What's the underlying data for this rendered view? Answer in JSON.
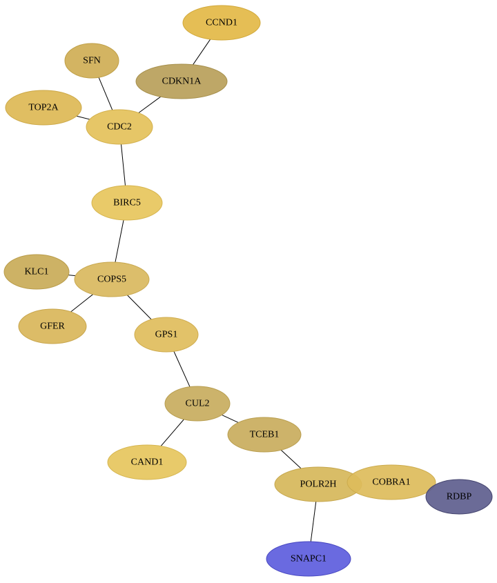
{
  "graph": {
    "nodes": [
      {
        "id": "CCND1",
        "label": "CCND1",
        "color": "#e3b947",
        "stroke": "#d1a83a"
      },
      {
        "id": "SFN",
        "label": "SFN",
        "color": "#cfae55",
        "stroke": "#bf9f47"
      },
      {
        "id": "CDKN1A",
        "label": "CDKN1A",
        "color": "#b8a05a",
        "stroke": "#a68f4c"
      },
      {
        "id": "TOP2A",
        "label": "TOP2A",
        "color": "#ddb955",
        "stroke": "#cca847"
      },
      {
        "id": "CDC2",
        "label": "CDC2",
        "color": "#e4c15a",
        "stroke": "#d3b04c"
      },
      {
        "id": "BIRC5",
        "label": "BIRC5",
        "color": "#e7c55c",
        "stroke": "#d6b44e"
      },
      {
        "id": "KLC1",
        "label": "KLC1",
        "color": "#c9ab58",
        "stroke": "#b99c4a"
      },
      {
        "id": "COPS5",
        "label": "COPS5",
        "color": "#d9b95e",
        "stroke": "#c8a850"
      },
      {
        "id": "GFER",
        "label": "GFER",
        "color": "#d9b65a",
        "stroke": "#c8a54c"
      },
      {
        "id": "GPS1",
        "label": "GPS1",
        "color": "#e0bd5c",
        "stroke": "#cfac4e"
      },
      {
        "id": "CUL2",
        "label": "CUL2",
        "color": "#c8ad5e",
        "stroke": "#b89e50"
      },
      {
        "id": "TCEB1",
        "label": "TCEB1",
        "color": "#c9ad5d",
        "stroke": "#b99e4f"
      },
      {
        "id": "CAND1",
        "label": "CAND1",
        "color": "#e6c65d",
        "stroke": "#d5b54f"
      },
      {
        "id": "POLR2H",
        "label": "POLR2H",
        "color": "#d6b75a",
        "stroke": "#c5a64c"
      },
      {
        "id": "COBRA1",
        "label": "COBRA1",
        "color": "#ddbc5b",
        "stroke": "#ccab4d"
      },
      {
        "id": "RDBP",
        "label": "RDBP",
        "color": "#5e5e8e",
        "stroke": "#44446e"
      },
      {
        "id": "SNAPC1",
        "label": "SNAPC1",
        "color": "#5d5ddd",
        "stroke": "#4848c0"
      }
    ],
    "edges": [
      [
        "CCND1",
        "CDKN1A"
      ],
      [
        "SFN",
        "CDC2"
      ],
      [
        "CDKN1A",
        "CDC2"
      ],
      [
        "TOP2A",
        "CDC2"
      ],
      [
        "CDC2",
        "BIRC5"
      ],
      [
        "BIRC5",
        "COPS5"
      ],
      [
        "KLC1",
        "COPS5"
      ],
      [
        "COPS5",
        "GFER"
      ],
      [
        "COPS5",
        "GPS1"
      ],
      [
        "GPS1",
        "CUL2"
      ],
      [
        "CUL2",
        "TCEB1"
      ],
      [
        "CUL2",
        "CAND1"
      ],
      [
        "TCEB1",
        "POLR2H"
      ],
      [
        "POLR2H",
        "SNAPC1"
      ]
    ]
  }
}
